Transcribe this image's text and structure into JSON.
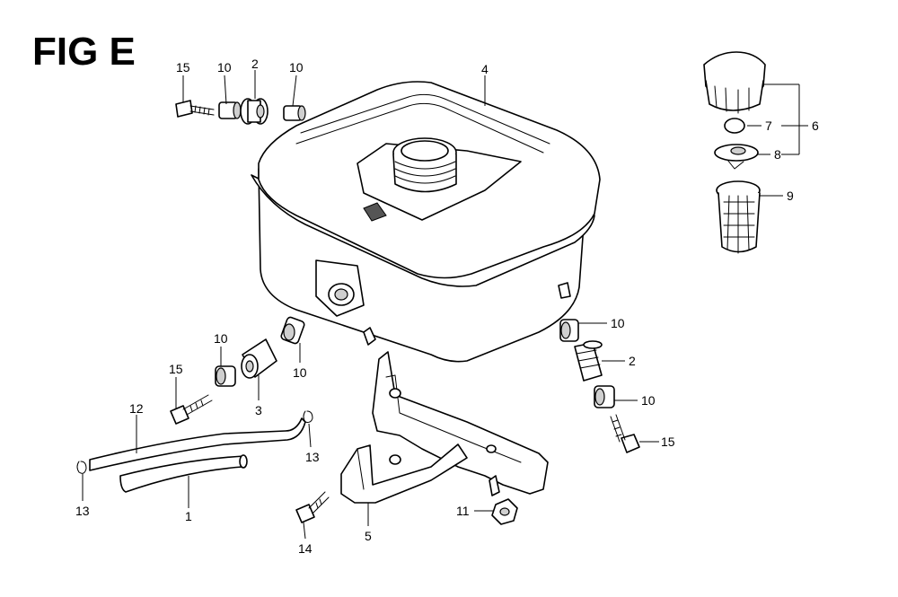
{
  "figure": {
    "title": "FIG E"
  },
  "callouts": [
    {
      "id": "c15a",
      "label": "15"
    },
    {
      "id": "c10a",
      "label": "10"
    },
    {
      "id": "c2a",
      "label": "2"
    },
    {
      "id": "c10b",
      "label": "10"
    },
    {
      "id": "c4",
      "label": "4"
    },
    {
      "id": "c7",
      "label": "7"
    },
    {
      "id": "c6",
      "label": "6"
    },
    {
      "id": "c8",
      "label": "8"
    },
    {
      "id": "c9",
      "label": "9"
    },
    {
      "id": "c10c",
      "label": "10"
    },
    {
      "id": "c2b",
      "label": "2"
    },
    {
      "id": "c10d",
      "label": "10"
    },
    {
      "id": "c15b",
      "label": "15"
    },
    {
      "id": "c10e",
      "label": "10"
    },
    {
      "id": "c15c",
      "label": "15"
    },
    {
      "id": "c3",
      "label": "3"
    },
    {
      "id": "c10f",
      "label": "10"
    },
    {
      "id": "c12",
      "label": "12"
    },
    {
      "id": "c13a",
      "label": "13"
    },
    {
      "id": "c13b",
      "label": "13"
    },
    {
      "id": "c1",
      "label": "1"
    },
    {
      "id": "c14",
      "label": "14"
    },
    {
      "id": "c5",
      "label": "5"
    },
    {
      "id": "c11",
      "label": "11"
    }
  ]
}
